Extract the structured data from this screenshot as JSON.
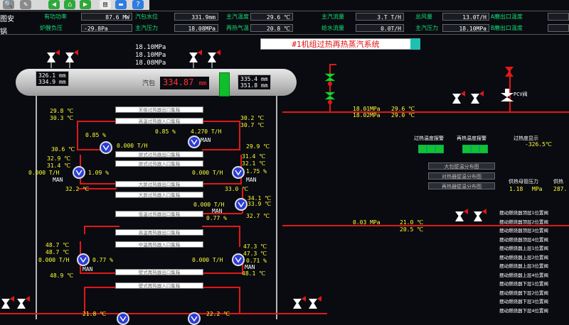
{
  "toolbar": {
    "side_top": "图安",
    "side_bottom": "锅"
  },
  "top": {
    "r1": [
      {
        "label": "有功功率",
        "value": "87.6 MW"
      },
      {
        "label": "汽包水位",
        "value": "331.9mm"
      },
      {
        "label": "主汽温度",
        "value": "29.6 ℃"
      },
      {
        "label": "主汽流量",
        "value": "3.T T/H"
      },
      {
        "label": "总风量",
        "value": "13.0T/H"
      },
      {
        "label": "A磨出口温度"
      }
    ],
    "r2": [
      {
        "label": "炉膛负压",
        "value": "-29.8Pa"
      },
      {
        "label": "主汽压力",
        "value": "18.08MPa"
      },
      {
        "label": "再热气温",
        "value": "20.8 ℃"
      },
      {
        "label": "给水流量",
        "value": "0.0T/H"
      },
      {
        "label": "主汽压力",
        "value": "18.10MPa"
      },
      {
        "label": "B磨出口温度"
      }
    ]
  },
  "title": "#1机组过热再热蒸汽系统",
  "pressures": [
    "18.10MPa",
    "18.10MPa",
    "18.08MPa"
  ],
  "drum": {
    "left1": "326.1 mm",
    "left2": "334.9 mm",
    "label": "汽包",
    "value": "334.87",
    "unit": "mm",
    "right1": "335.4 mm",
    "right2": "351.8 mm"
  },
  "headers": {
    "h1": "末级过热器出口集箱",
    "h2": "高温过热器入口集箱",
    "h3": "屏式过热器出口集箱",
    "h4": "屏式过热器入口集箱",
    "h5": "大屏过热器出口集箱",
    "h6": "大屏过热器入口集箱",
    "h7": "低温过热器出口集箱",
    "h8": "高温再热器出口集箱",
    "h9": "中温再热器入口集箱",
    "h10": "壁式再热器出口集箱",
    "h11": "壁式再热器入口集箱"
  },
  "sh": {
    "t1": "29.8 ℃",
    "t2": "30.3 ℃",
    "t3": "30.2 ℃",
    "t4": "30.7 ℃",
    "op1": "0.85 %",
    "op2": "0.85 %",
    "flow1": "4.270 T/H",
    "man1": "MAN",
    "t5": "30.6 ℃",
    "flow2": "0.000 T/H",
    "t6": "29.9 ℃",
    "t7": "32.9 ℃",
    "t8": "31.4 ℃",
    "t9": "31.4 ℃",
    "t10": "32.1 ℃",
    "flow3": "0.000 T/H",
    "op3": "1.09 %",
    "man2": "MAN",
    "flow4": "0.000 T/H",
    "op4": "1.75 %",
    "man3": "MAN",
    "t11": "32.2 ℃",
    "t12": "33.0 ℃",
    "t13": "34.1 ℃",
    "t14": "33.9 ℃",
    "flow5": "0.000 T/H",
    "man4": "MAN",
    "op5": "0.77 %",
    "t15": "32.7 ℃"
  },
  "rh": {
    "t1": "48.7 ℃",
    "t2": "48.7 ℃",
    "t3": "47.3 ℃",
    "t4": "47.3 ℃",
    "flow1": "0.000 T/H",
    "op1": "0.77 %",
    "man1": "MAN",
    "flow2": "0.000 T/H",
    "op2": "0.71 %",
    "man2": "MAN",
    "t5": "48.9 ℃",
    "t6": "48.1 ℃",
    "t7": "21.8 ℃",
    "t8": "22.2 ℃"
  },
  "main": {
    "p1": "18.01MPa",
    "t1": "29.6 ℃",
    "p2": "18.02MPa",
    "t2": "29.0 ℃",
    "pcv": "PCV阀"
  },
  "alarms": {
    "sh_label": "过热温度报警",
    "rh_label": "再热温度报警",
    "disp_label": "过热度显示",
    "disp_value": "-326.5℃"
  },
  "buttons": [
    "大包壁温分布图",
    "对热器壁温分布图",
    "再热器壁温分布图"
  ],
  "hdr_press": {
    "label1": "供热母管压力",
    "label2": "供热",
    "value": "1.18",
    "unit": "MPa",
    "value2": "287."
  },
  "rh_main": {
    "p": "0.03 MPa",
    "t1": "21.0 ℃",
    "t2": "20.5 ℃"
  },
  "burners": [
    "摆动燃烧器顶层1位置阀",
    "摆动燃烧器顶层2位置阀",
    "摆动燃烧器顶层3位置阀",
    "摆动燃烧器顶层4位置阀",
    "摆动燃烧器上层1位置阀",
    "摆动燃烧器上层2位置阀",
    "摆动燃烧器上层3位置阀",
    "摆动燃烧器上层4位置阀",
    "摆动燃烧器下层1位置阀",
    "摆动燃烧器下层2位置阀",
    "摆动燃烧器下层3位置阀",
    "摆动燃烧器下层4位置阀"
  ],
  "colors": {
    "pipe": "#e01818",
    "label": "#12e07a",
    "alarm": "#12c22e",
    "circle": "#2b3cd8"
  }
}
